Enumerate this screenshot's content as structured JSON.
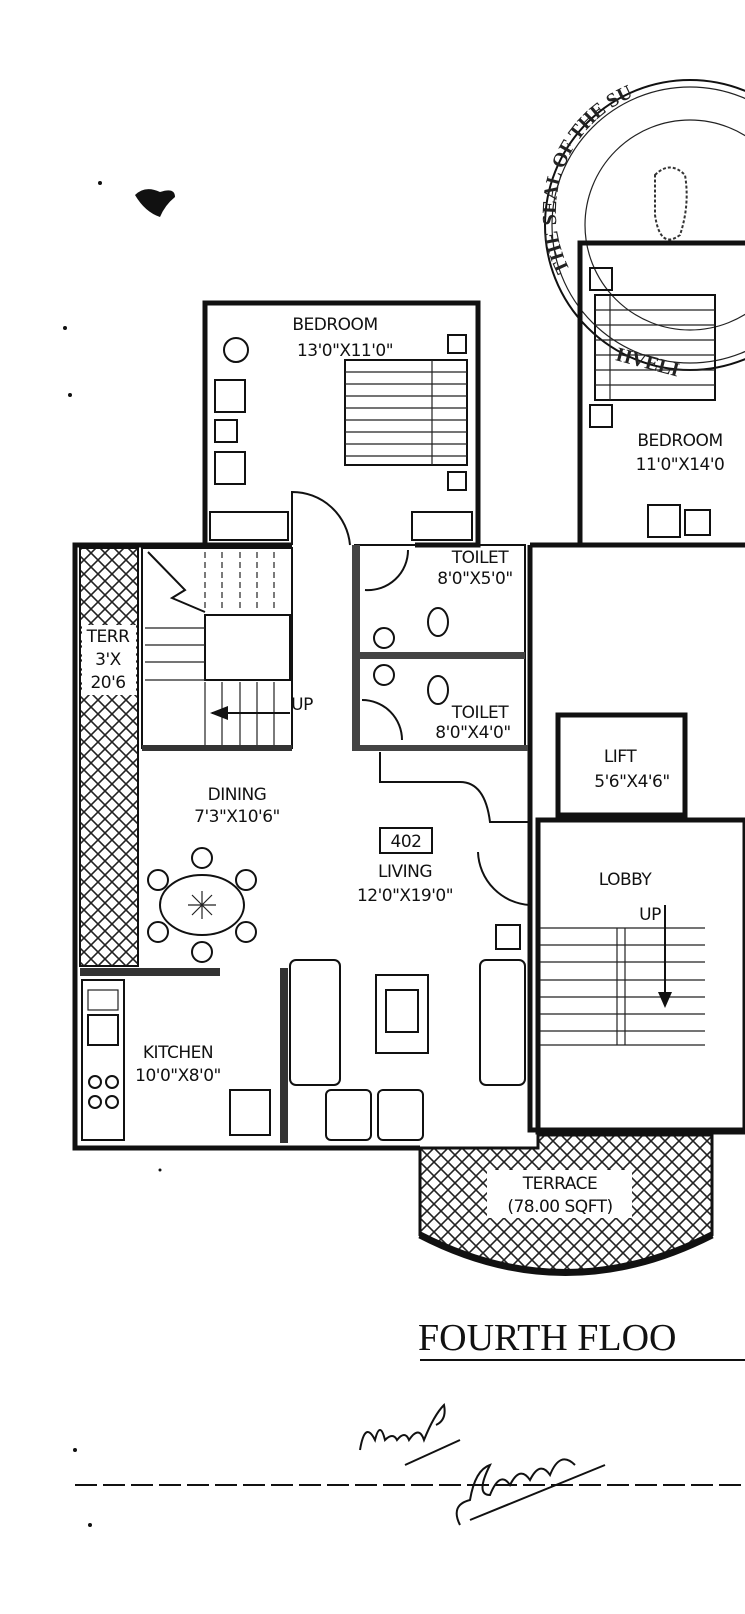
{
  "plan": {
    "title": "FOURTH FLOO",
    "unit_number": "402",
    "rooms": {
      "bedroom_main": {
        "name": "BEDROOM",
        "size": "13'0\"X11'0\""
      },
      "bedroom_right": {
        "name": "BEDROOM",
        "size": "11'0\"X14'0"
      },
      "toilet_1": {
        "name": "TOILET",
        "size": "8'0\"X5'0\""
      },
      "toilet_2": {
        "name": "TOILET",
        "size": "8'0\"X4'0\""
      },
      "terrace_side": {
        "line1": "TERR",
        "line2": "3'X",
        "line3": "20'6"
      },
      "dining": {
        "name": "DINING",
        "size": "7'3\"X10'6\""
      },
      "living": {
        "name": "LIVING",
        "size": "12'0\"X19'0\""
      },
      "kitchen": {
        "name": "KITCHEN",
        "size": "10'0\"X8'0\""
      },
      "lift": {
        "name": "LIFT",
        "size": "5'6\"X4'6\""
      },
      "lobby": {
        "name": "LOBBY"
      },
      "terrace_front": {
        "name": "TERRACE",
        "area": "(78.00 SQFT)"
      }
    },
    "stair_labels": {
      "internal": "UP",
      "lobby": "UP"
    },
    "seal": {
      "text": "THE SEAL OF THE SU",
      "bottom_text": "HVELI"
    },
    "signatures": [
      "Ahmad",
      "Alkapda"
    ]
  }
}
